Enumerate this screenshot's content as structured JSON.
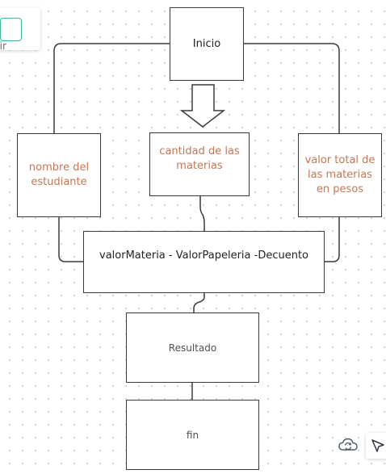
{
  "panel": {
    "partial_label": "rtir"
  },
  "nodes": {
    "inicio": "Inicio",
    "nombre": "nombre del estudiante",
    "cantidad": "cantidad de las materias",
    "valor_total": "valor total de las materias en pesos",
    "formula": "valorMateria - ValorPapeleria -Decuento",
    "resultado": "Resultado",
    "fin": "fin"
  },
  "toolbar": {
    "icons": [
      "cloud-sync-icon",
      "pointer-icon"
    ]
  }
}
